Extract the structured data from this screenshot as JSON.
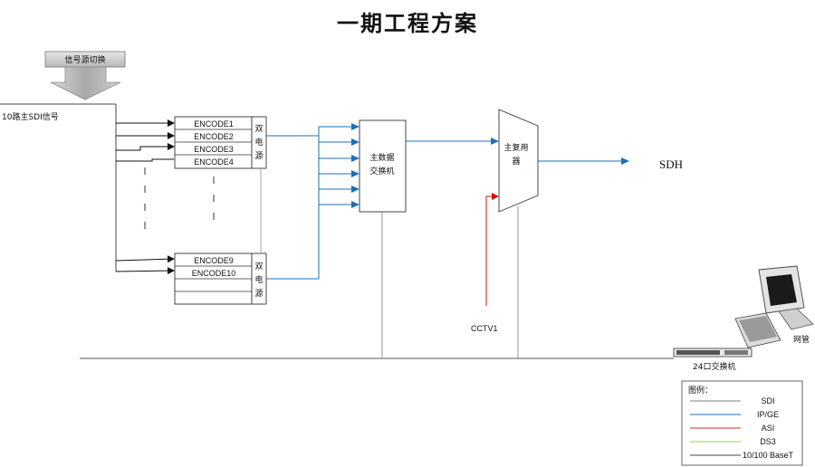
{
  "title": "一期工程方案",
  "signal_switch": "信号源切换",
  "input_label": "10路主SDI信号",
  "encoders_top": [
    "ENCODE1",
    "ENCODE2",
    "ENCODE3",
    "ENCODE4"
  ],
  "encoders_bottom": [
    "ENCODE9",
    "ENCODE10"
  ],
  "dual_power": [
    "双",
    "电",
    "源"
  ],
  "main_switch": [
    "主数据",
    "交换机"
  ],
  "main_mux": [
    "主复用",
    "器"
  ],
  "sdh": "SDH",
  "cctv": "CCTV1",
  "lan_switch": "24口交换机",
  "nms": "网管",
  "legend": {
    "title": "图例：",
    "items": [
      {
        "label": "SDI",
        "color": "#808080"
      },
      {
        "label": "IP/GE",
        "color": "#1f6fb4"
      },
      {
        "label": "ASI",
        "color": "#e02020"
      },
      {
        "label": "DS3",
        "color": "#8fd14f"
      },
      {
        "label": "10/100 BaseT",
        "color": "#404040"
      }
    ]
  },
  "colors": {
    "ip": "#1f6fb4",
    "asi": "#d01010",
    "sdi": "#808080"
  }
}
